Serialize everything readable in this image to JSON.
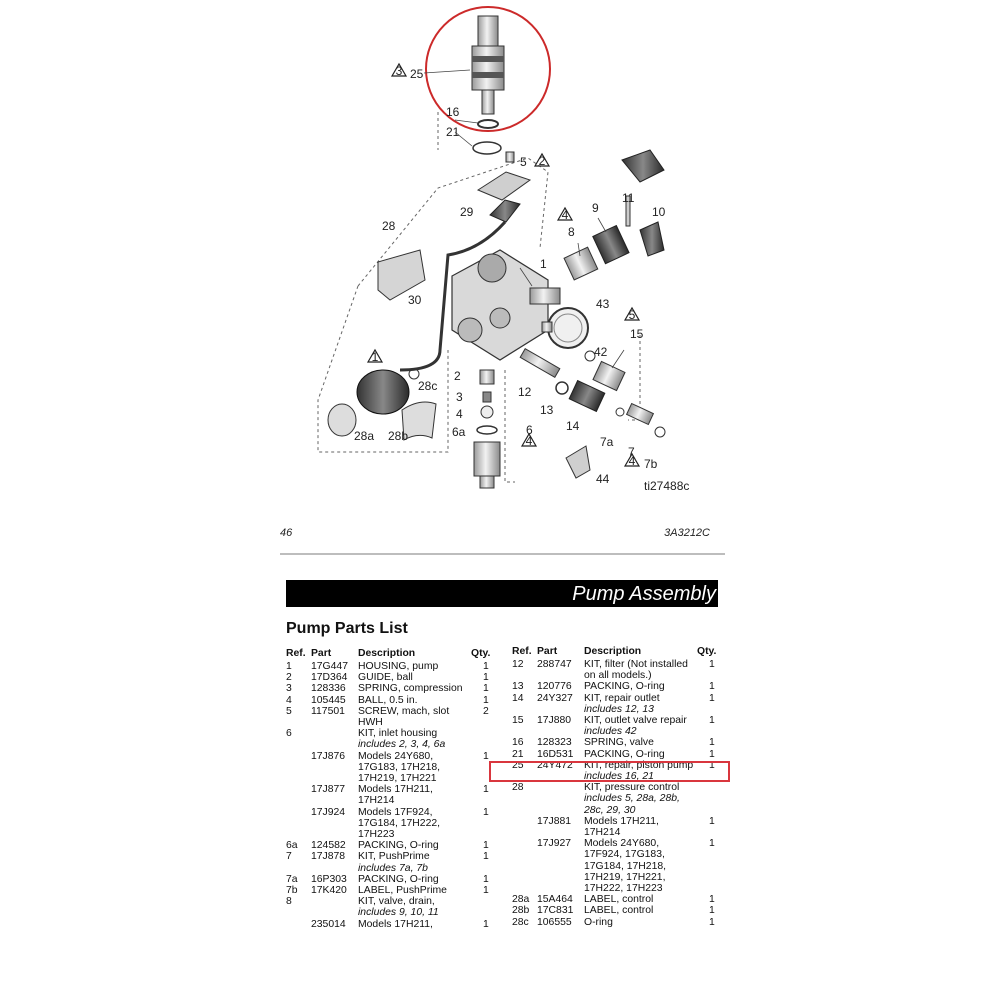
{
  "diagram": {
    "callouts": [
      "25",
      "16",
      "21",
      "5",
      "29",
      "28",
      "30",
      "1",
      "8",
      "9",
      "11",
      "10",
      "43",
      "15",
      "42",
      "2",
      "3",
      "4",
      "6a",
      "6",
      "28a",
      "28b",
      "28c",
      "12",
      "13",
      "14",
      "7a",
      "7",
      "7b",
      "44"
    ],
    "figure_id": "ti27488c",
    "warning_numbers": [
      "3",
      "2",
      "4",
      "5",
      "1",
      "4",
      "4"
    ]
  },
  "page": {
    "number": "46",
    "doc_code": "3A3212C"
  },
  "section_title": "Pump Assembly",
  "list_title": "Pump Parts List",
  "headers": {
    "ref": "Ref.",
    "part": "Part",
    "description": "Description",
    "qty": "Qty."
  },
  "left_rows": [
    {
      "ref": "1",
      "part": "17G447",
      "desc": "HOUSING, pump",
      "qty": "1"
    },
    {
      "ref": "2",
      "part": "17D364",
      "desc": "GUIDE, ball",
      "qty": "1"
    },
    {
      "ref": "3",
      "part": "128336",
      "desc": "SPRING, compression",
      "qty": "1"
    },
    {
      "ref": "4",
      "part": "105445",
      "desc": "BALL, 0.5 in.",
      "qty": "1"
    },
    {
      "ref": "5",
      "part": "117501",
      "desc": "SCREW, mach, slot HWH",
      "qty": "2"
    },
    {
      "ref": "6",
      "part": "",
      "desc": "KIT, inlet housing",
      "inc": "includes 2, 3, 4, 6a",
      "qty": ""
    },
    {
      "ref": "",
      "part": "17J876",
      "desc": "Models 24Y680, 17G183, 17H218, 17H219, 17H221",
      "qty": "1"
    },
    {
      "ref": "",
      "part": "17J877",
      "desc": "Models 17H211, 17H214",
      "qty": "1"
    },
    {
      "ref": "",
      "part": "17J924",
      "desc": "Models 17F924, 17G184, 17H222, 17H223",
      "qty": "1"
    },
    {
      "ref": "6a",
      "part": "124582",
      "desc": "PACKING, O-ring",
      "qty": "1"
    },
    {
      "ref": "7",
      "part": "17J878",
      "desc": "KIT, PushPrime",
      "inc": "includes 7a, 7b",
      "qty": "1"
    },
    {
      "ref": "7a",
      "part": "16P303",
      "desc": "PACKING, O-ring",
      "qty": "1"
    },
    {
      "ref": "7b",
      "part": "17K420",
      "desc": "LABEL, PushPrime",
      "qty": "1"
    },
    {
      "ref": "8",
      "part": "",
      "desc": "KIT, valve, drain,",
      "inc": "includes 9, 10, 11",
      "qty": ""
    },
    {
      "ref": "",
      "part": "235014",
      "desc": "Models 17H211,",
      "qty": "1"
    }
  ],
  "right_rows": [
    {
      "ref": "12",
      "part": "288747",
      "desc": "KIT, filter (Not installed on all models.)",
      "qty": "1"
    },
    {
      "ref": "13",
      "part": "120776",
      "desc": "PACKING, O-ring",
      "qty": "1"
    },
    {
      "ref": "14",
      "part": "24Y327",
      "desc": "KIT, repair outlet",
      "inc": "includes 12, 13",
      "qty": "1"
    },
    {
      "ref": "15",
      "part": "17J880",
      "desc": "KIT, outlet valve repair",
      "inc": "includes 42",
      "qty": "1"
    },
    {
      "ref": "16",
      "part": "128323",
      "desc": "SPRING, valve",
      "qty": "1"
    },
    {
      "ref": "21",
      "part": "16D531",
      "desc": "PACKING, O-ring",
      "qty": "1"
    },
    {
      "ref": "25",
      "part": "24Y472",
      "desc": "KIT, repair, piston pump",
      "inc": "includes 16, 21",
      "qty": "1"
    },
    {
      "ref": "28",
      "part": "",
      "desc": "KIT, pressure control",
      "inc": "includes 5, 28a, 28b, 28c, 29, 30",
      "qty": ""
    },
    {
      "ref": "",
      "part": "17J881",
      "desc": "Models 17H211, 17H214",
      "qty": "1"
    },
    {
      "ref": "",
      "part": "17J927",
      "desc": "Models 24Y680, 17F924, 17G183, 17G184, 17H218, 17H219, 17H221, 17H222, 17H223",
      "qty": "1"
    },
    {
      "ref": "28a",
      "part": "15A464",
      "desc": "LABEL, control",
      "qty": "1"
    },
    {
      "ref": "28b",
      "part": "17C831",
      "desc": "LABEL, control",
      "qty": "1"
    },
    {
      "ref": "28c",
      "part": "106555",
      "desc": "O-ring",
      "qty": "1"
    }
  ]
}
